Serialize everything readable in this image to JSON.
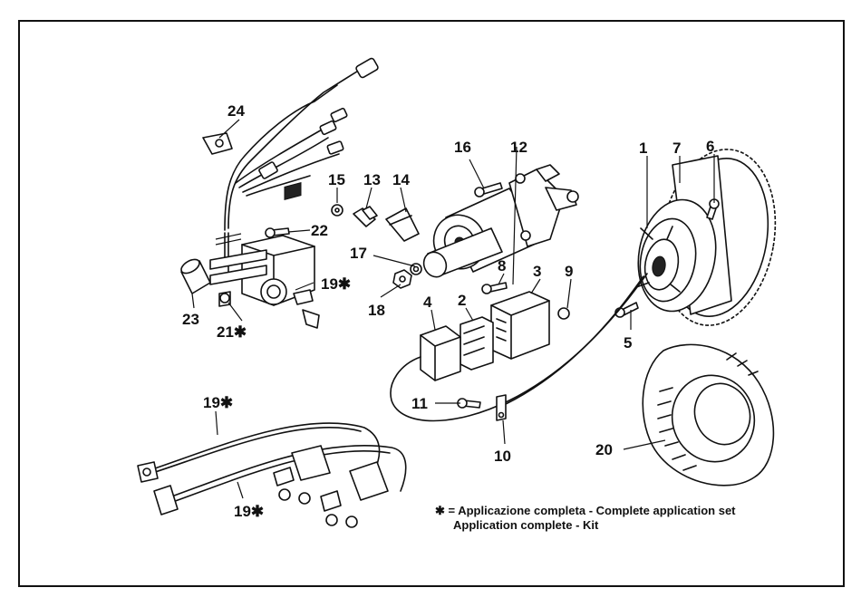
{
  "callouts": [
    {
      "id": "c1",
      "label": "1"
    },
    {
      "id": "c2",
      "label": "2"
    },
    {
      "id": "c3",
      "label": "3"
    },
    {
      "id": "c4",
      "label": "4"
    },
    {
      "id": "c5",
      "label": "5"
    },
    {
      "id": "c6",
      "label": "6"
    },
    {
      "id": "c7",
      "label": "7"
    },
    {
      "id": "c8",
      "label": "8"
    },
    {
      "id": "c9",
      "label": "9"
    },
    {
      "id": "c10",
      "label": "10"
    },
    {
      "id": "c11",
      "label": "11"
    },
    {
      "id": "c12",
      "label": "12"
    },
    {
      "id": "c13",
      "label": "13"
    },
    {
      "id": "c14",
      "label": "14"
    },
    {
      "id": "c15",
      "label": "15"
    },
    {
      "id": "c16",
      "label": "16"
    },
    {
      "id": "c17",
      "label": "17"
    },
    {
      "id": "c18",
      "label": "18"
    },
    {
      "id": "c19a",
      "label": "19✱"
    },
    {
      "id": "c19b",
      "label": "19✱"
    },
    {
      "id": "c19c",
      "label": "19✱"
    },
    {
      "id": "c20",
      "label": "20"
    },
    {
      "id": "c21",
      "label": "21✱"
    },
    {
      "id": "c22",
      "label": "22"
    },
    {
      "id": "c23",
      "label": "23"
    },
    {
      "id": "c24",
      "label": "24"
    }
  ],
  "legend": {
    "line1": "✱ = Applicazione completa - Complete application set",
    "line2": "Application complete - Kit"
  }
}
